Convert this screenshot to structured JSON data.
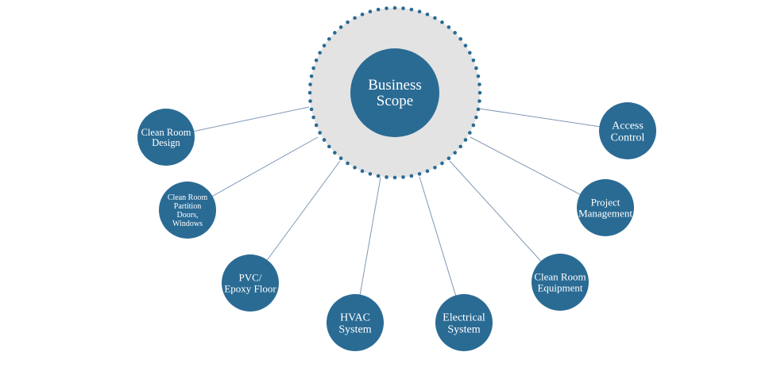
{
  "center": {
    "lines": [
      "Business",
      "Scope"
    ]
  },
  "nodes": [
    {
      "id": "clean-room-design",
      "lines": [
        "Clean Room",
        "Design"
      ]
    },
    {
      "id": "clean-room-partition",
      "lines": [
        "Clean Room",
        "Partition",
        "Doors,",
        "Windows"
      ]
    },
    {
      "id": "pvc-epoxy-floor",
      "lines": [
        "PVC/",
        "Epoxy Floor"
      ]
    },
    {
      "id": "hvac-system",
      "lines": [
        "HVAC",
        "System"
      ]
    },
    {
      "id": "electrical-system",
      "lines": [
        "Electrical",
        "System"
      ]
    },
    {
      "id": "clean-room-equipment",
      "lines": [
        "Clean Room",
        "Equipment"
      ]
    },
    {
      "id": "project-management",
      "lines": [
        "Project",
        "Management"
      ]
    },
    {
      "id": "access-control",
      "lines": [
        "Access",
        "Control"
      ]
    }
  ],
  "colors": {
    "node_fill": "#2a6b94",
    "ring_fill": "#e3e3e3",
    "dot_color": "#2a6b94",
    "connector": "#7f97b4",
    "label": "#ffffff"
  }
}
